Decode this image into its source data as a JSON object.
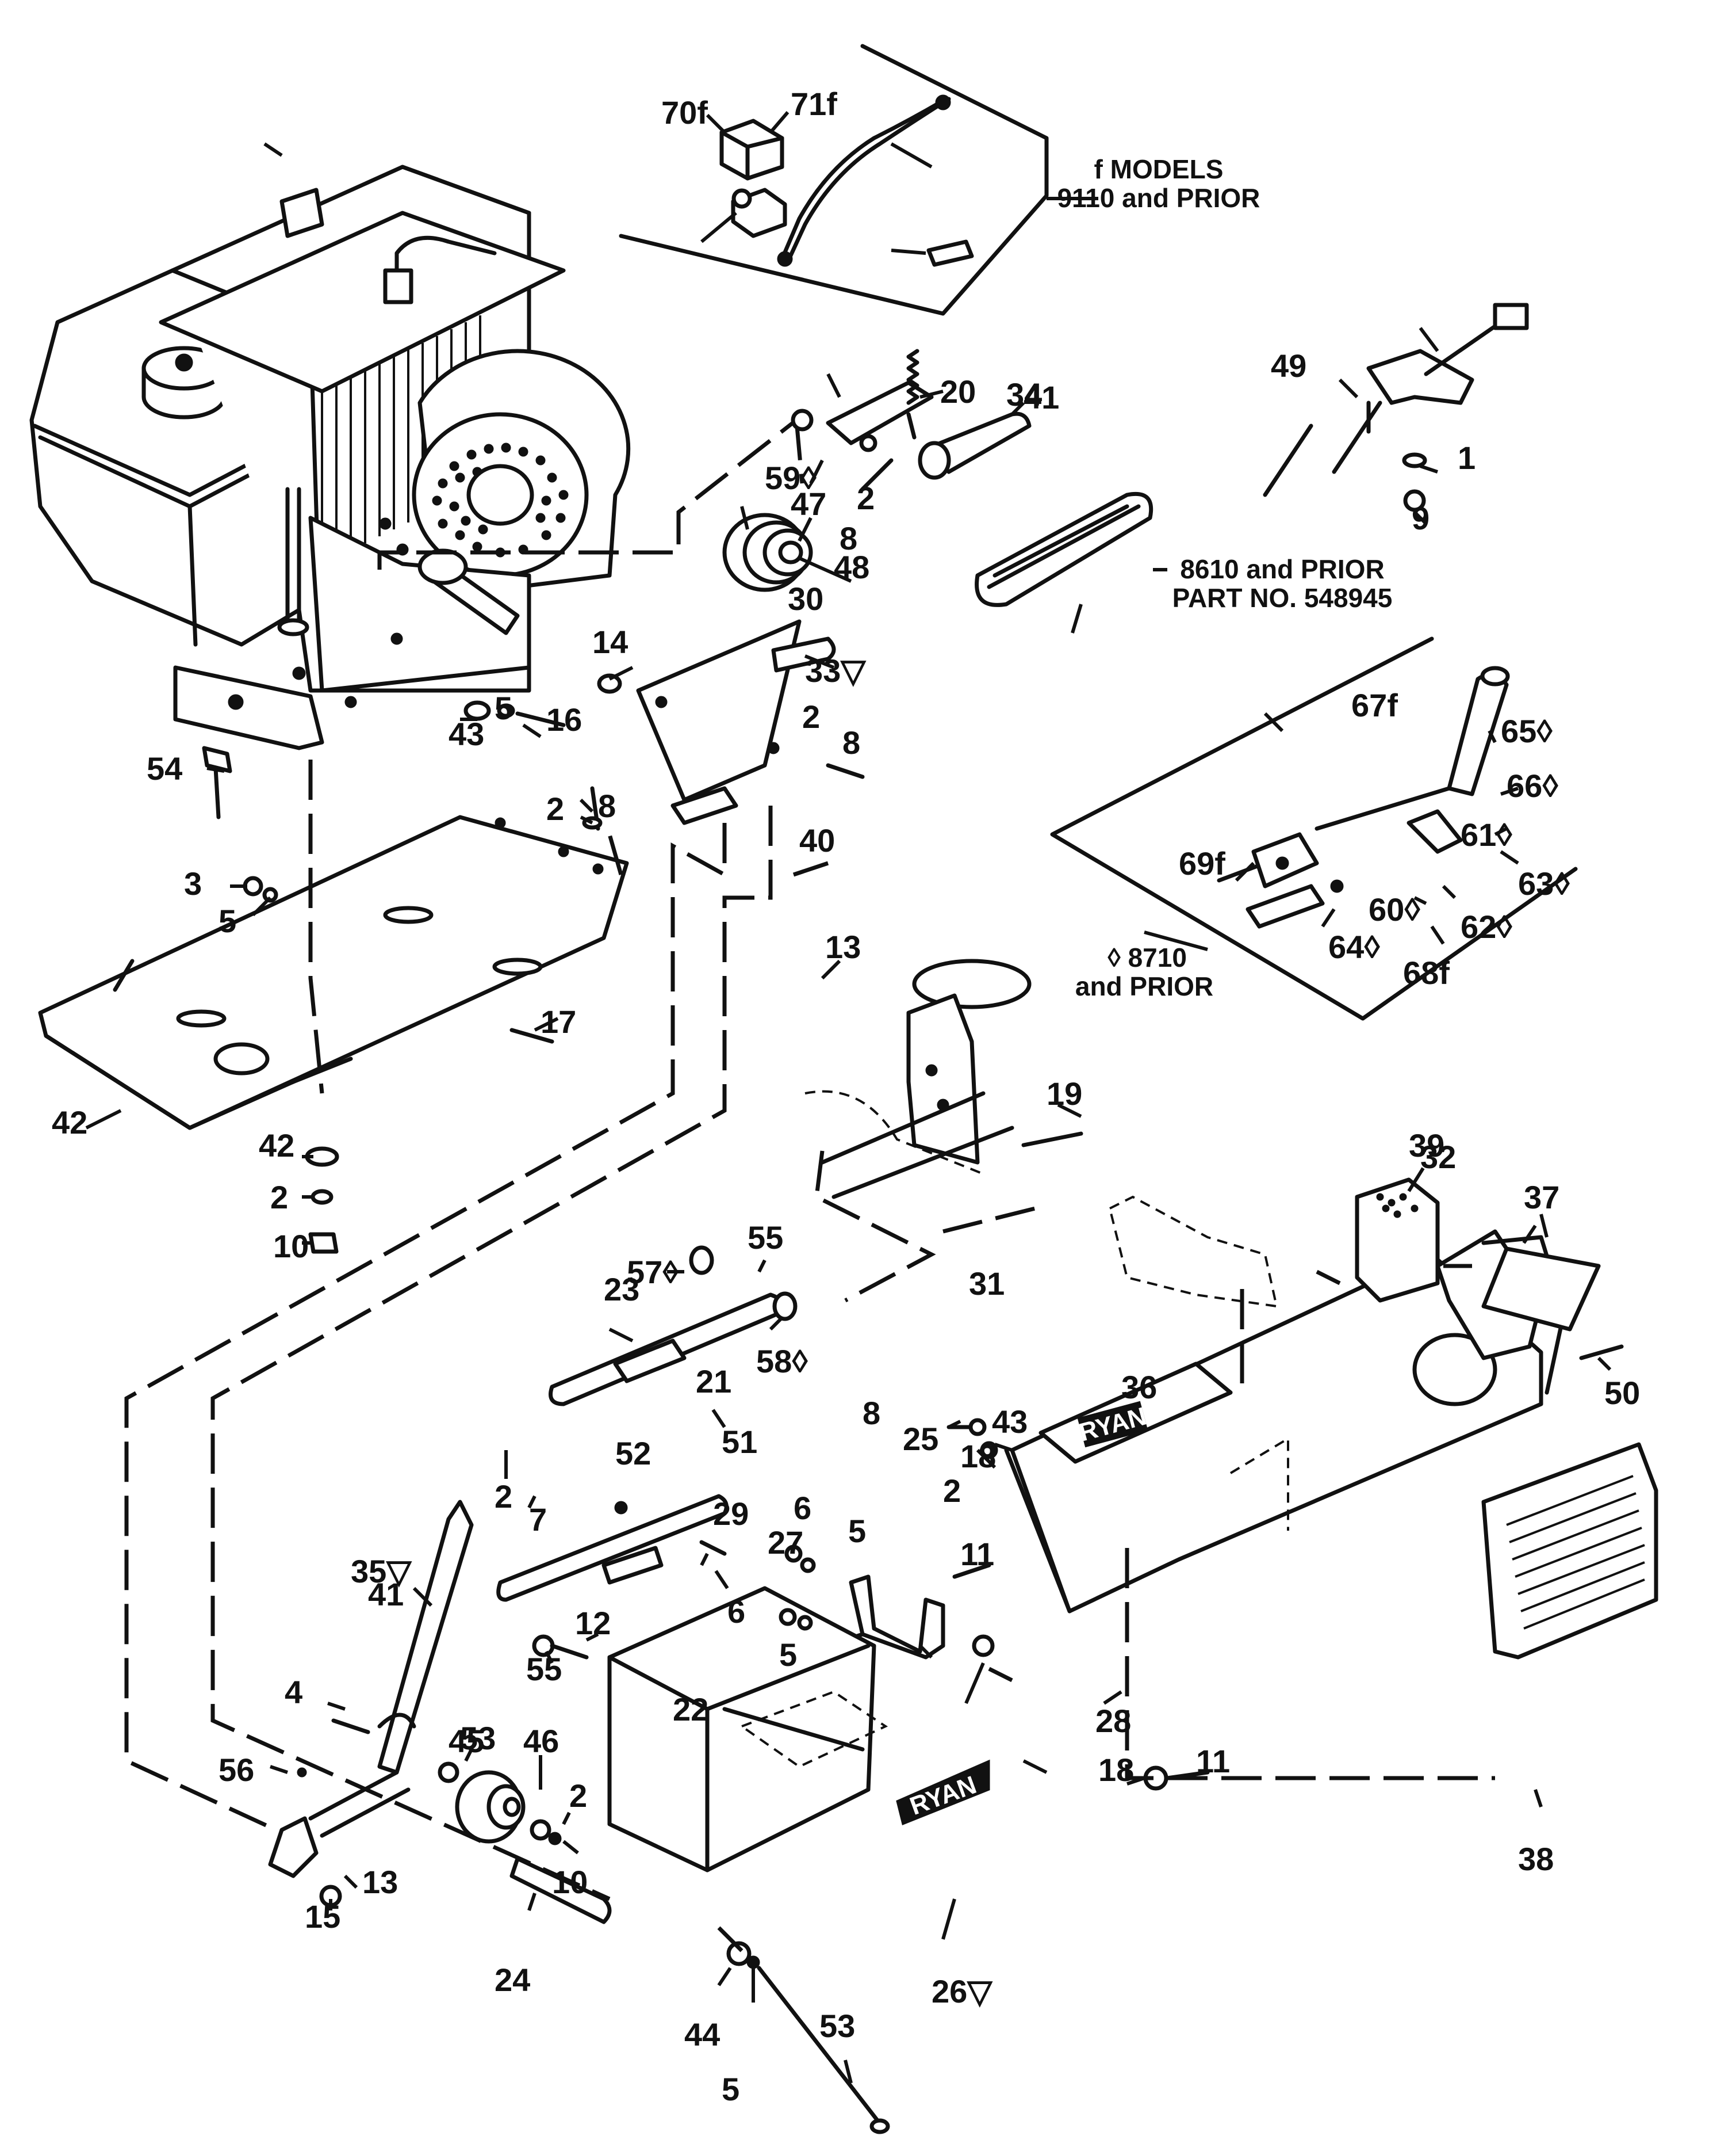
{
  "notes": {
    "f_models_line1": "f MODELS",
    "f_models_line2": "9110 and PRIOR",
    "belt_line1": "8610 and PRIOR",
    "belt_line2": "PART NO. 548945",
    "diamond_line1": "◊ 8710",
    "diamond_line2": "and PRIOR"
  },
  "decals": {
    "top": "RYAN",
    "bottom": "RYAN"
  },
  "callouts": [
    "1",
    "2",
    "2",
    "2",
    "2",
    "2",
    "2",
    "2",
    "3",
    "4",
    "5",
    "5",
    "5",
    "5",
    "5",
    "6",
    "6",
    "7",
    "8",
    "8",
    "8",
    "8",
    "9",
    "10",
    "10",
    "11",
    "11",
    "12",
    "13",
    "13",
    "14",
    "15",
    "16",
    "17",
    "18",
    "18",
    "19",
    "20",
    "21",
    "22",
    "23",
    "24",
    "25",
    "26▽",
    "27",
    "28",
    "29",
    "30",
    "31",
    "32",
    "33▽",
    "34",
    "35▽",
    "36",
    "37",
    "38",
    "39",
    "40",
    "41",
    "41",
    "42",
    "42",
    "43",
    "43",
    "44",
    "45",
    "46",
    "47",
    "48",
    "49",
    "50",
    "51",
    "52",
    "53",
    "53",
    "54",
    "55",
    "55",
    "56",
    "57◊",
    "58◊",
    "59◊",
    "60◊",
    "61◊",
    "62◊",
    "63◊",
    "64◊",
    "65◊",
    "66◊",
    "67f",
    "68f",
    "69f",
    "70f",
    "71f"
  ]
}
